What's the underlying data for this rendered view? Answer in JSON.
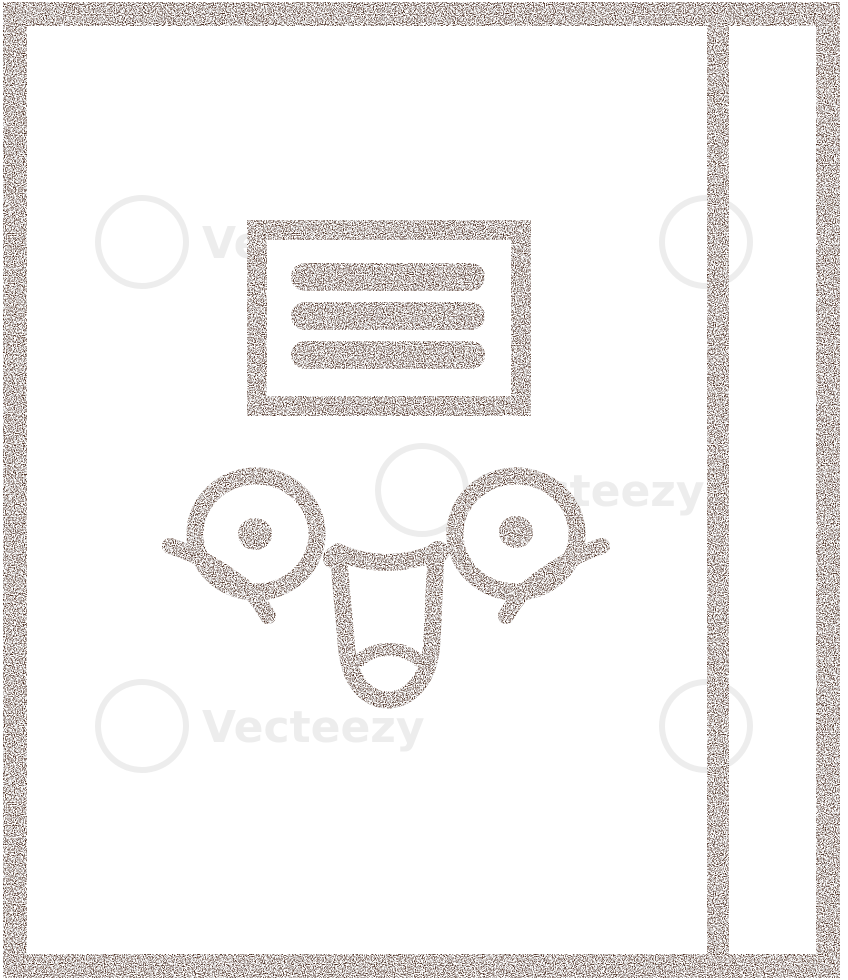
{
  "illustration": {
    "subject": "kawaii notebook",
    "style": "charcoal stamp drawing",
    "ink_color": "#4a2a1a",
    "paper_color": "#ffffff",
    "expression": "happy open mouth"
  },
  "watermark": {
    "text": "Vecteezy",
    "color": "#ededed",
    "icon": "vecteezy-v-logo-icon"
  },
  "icons": {
    "label_plate": "label-plate-icon",
    "eye": "eye-icon",
    "mouth": "mouth-icon"
  }
}
